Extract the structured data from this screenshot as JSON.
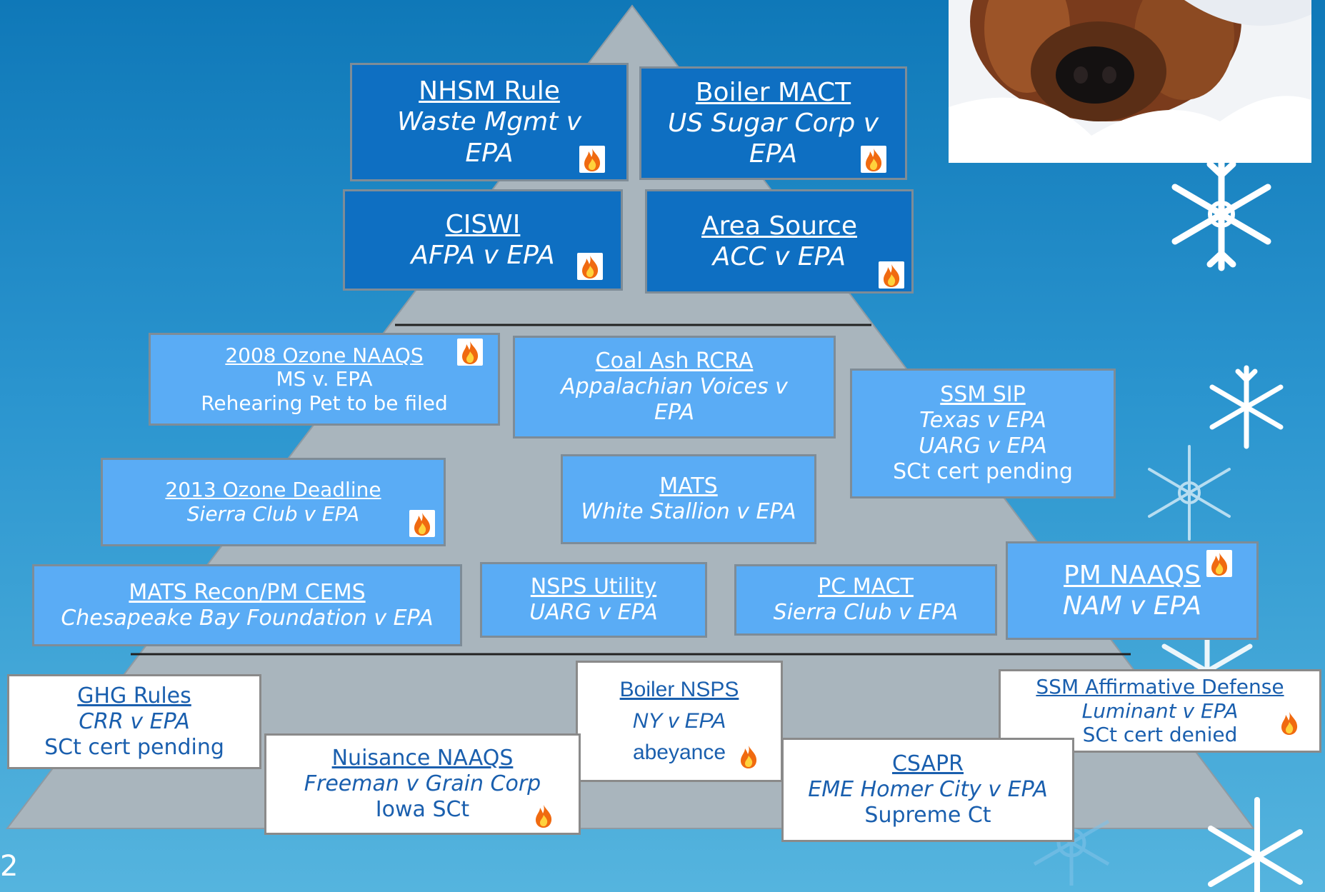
{
  "slide_number": "2",
  "colors": {
    "dark_box": "#0e6fc2",
    "mid_box": "#5aacf5",
    "white_box": "#ffffff",
    "pyramid": "#a9b5bd",
    "flame": "#f06a10"
  },
  "boxes": {
    "nhsm": {
      "title": "NHSM Rule",
      "line1": "Waste Mgmt v",
      "line2": "EPA"
    },
    "boiler_mact": {
      "title": "Boiler MACT",
      "line1": "US Sugar Corp v",
      "line2": "EPA"
    },
    "ciswi": {
      "title": "CISWI",
      "line1": "AFPA v EPA"
    },
    "area_source": {
      "title": "Area Source",
      "line1": "ACC v EPA"
    },
    "ozone_2008": {
      "title": "2008 Ozone NAAQS",
      "line1": "MS v. EPA",
      "line2": "Rehearing Pet to be filed"
    },
    "coal_ash": {
      "title": "Coal Ash RCRA",
      "line1": "Appalachian Voices v",
      "line2": "EPA"
    },
    "ssm_sip": {
      "title": "SSM SIP",
      "line1": "Texas v EPA",
      "line2": "UARG v EPA",
      "line3": "SCt  cert pending"
    },
    "ozone_2013": {
      "title": "2013 Ozone Deadline",
      "line1": "Sierra Club v EPA"
    },
    "mats": {
      "title": "MATS",
      "line1": "White Stallion v EPA"
    },
    "mats_recon": {
      "title": "MATS Recon/PM CEMS",
      "line1": "Chesapeake Bay Foundation v EPA"
    },
    "nsps_utility": {
      "title": "NSPS Utility",
      "line1": "UARG v EPA"
    },
    "pc_mact": {
      "title": "PC MACT",
      "line1": "Sierra Club v EPA"
    },
    "pm_naaqs": {
      "title": "PM NAAQS",
      "line1": "NAM v EPA"
    },
    "ghg": {
      "title": "GHG Rules",
      "line1": "CRR v EPA",
      "line2": "SCt cert pending"
    },
    "boiler_nsps": {
      "title": "Boiler NSPS",
      "line1": "NY v EPA",
      "line2": "abeyance"
    },
    "ssm_aff": {
      "title": "SSM Affirmative Defense",
      "line1": "Luminant v EPA",
      "line2": "SCt cert denied"
    },
    "nuisance": {
      "title": "Nuisance NAAQS",
      "line1": "Freeman v Grain Corp",
      "line2": "Iowa SCt"
    },
    "csapr": {
      "title": "CSAPR",
      "line1": "EME Homer City v EPA",
      "line2": "Supreme Ct"
    }
  },
  "icons": {
    "flame": "flame-icon",
    "snowflake": "snowflake-icon",
    "photo": "dog-in-snow-photo"
  }
}
